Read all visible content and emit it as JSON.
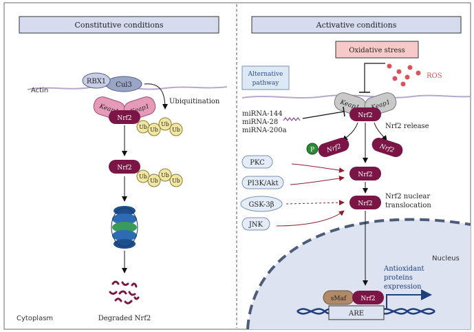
{
  "panels": {
    "left_header": "Constitutive conditions",
    "right_header": "Activative conditions",
    "cytoplasm": "Cytoplasm",
    "nucleus": "Nucleus"
  },
  "left": {
    "actin": "Actin",
    "rbx1": "RBX1",
    "cul3": "Cul3",
    "keap1_a": "Keap1",
    "keap1_b": "Keap1",
    "nrf2": "Nrf2",
    "ubiquitination": "Ubiquitination",
    "ub": "Ub",
    "nrf2_2": "Nrf2",
    "degraded": "Degraded Nrf2"
  },
  "right": {
    "oxidative_stress": "Oxidative stress",
    "ros": "ROS",
    "alt_pathway_1": "Alternative",
    "alt_pathway_2": "pathway",
    "keap1_a": "Keap1",
    "keap1_b": "Keap1",
    "nrf2": "Nrf2",
    "mirna_1": "miRNA-144",
    "mirna_2": "miRNA-28",
    "mirna_3": "miRNA-200a",
    "nrf2_release": "Nrf2 release",
    "p": "P",
    "nrf2_p": "Nrf2",
    "nrf2_free": "Nrf2",
    "pkc": "PKC",
    "pi3k": "PI3K/Akt",
    "gsk": "GSK-3β",
    "jnk": "JNK",
    "nrf2_mid": "Nrf2",
    "nrf2_low": "Nrf2",
    "translocation_1": "Nrf2 nuclear",
    "translocation_2": "translocation",
    "smaf": "sMaf",
    "nrf2_nuc": "Nrf2",
    "are": "ARE",
    "antiox_1": "Antioxidant",
    "antiox_2": "proteins",
    "antiox_3": "expression"
  },
  "colors": {
    "nrf2": "#7a1545",
    "keap1": "#e59ab8",
    "ub": "#f2e7a2",
    "cul3": "#9aa5c6",
    "header_bg": "#d6dbee",
    "nucleus": "#dde3f1",
    "ros": "#d7545a",
    "inhibitor_red": "#8b1e2f",
    "stress_box": "#f7c9c9"
  }
}
